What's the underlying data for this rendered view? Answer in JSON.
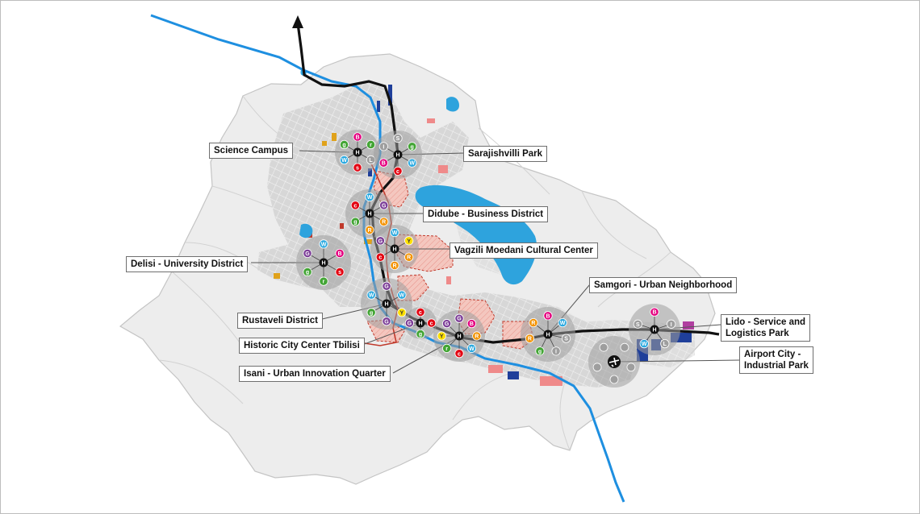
{
  "labels": {
    "science_campus": "Science Campus",
    "sarajishvilli_park": "Sarajishvilli Park",
    "didube": "Didube - Business District",
    "vagzili": "Vagzili Moedani Cultural Center",
    "delisi": "Delisi - University District",
    "samgori": "Samgori - Urban Neighborhood",
    "rustaveli": "Rustaveli District",
    "lido_line1": "Lido - Service and",
    "lido_line2": "Logistics Park",
    "historic": "Historic City Center Tbilisi",
    "airport_line1": "Airport City -",
    "airport_line2": "Industrial Park",
    "isani": "Isani - Urban Innovation Quarter"
  },
  "hub_letter": "H",
  "node_letters": {
    "B": "B",
    "W": "W",
    "G": "G",
    "S": "S",
    "I": "I",
    "R": "R",
    "Y": "Y",
    "c": "c",
    "g": "g",
    "r": "r",
    "s": "s",
    "L": "L"
  },
  "colors": {
    "river": "#1e8fe0",
    "lake": "#2ea3dd",
    "rail": "#111111",
    "hub_halo": "#9e9e9e",
    "B": "#e4007f",
    "W": "#2aa9e0",
    "G": "#7d3f98",
    "S": "#9e9e9e",
    "I": "#9e9e9e",
    "R": "#f39200",
    "Y": "#ffe000",
    "c": "#e30613",
    "g": "#43a535",
    "r": "#43a535",
    "s": "#e30613",
    "L": "#9e9e9e"
  },
  "icons": {
    "north_arrow": "arrow-up-icon",
    "airport": "airplane-icon"
  }
}
